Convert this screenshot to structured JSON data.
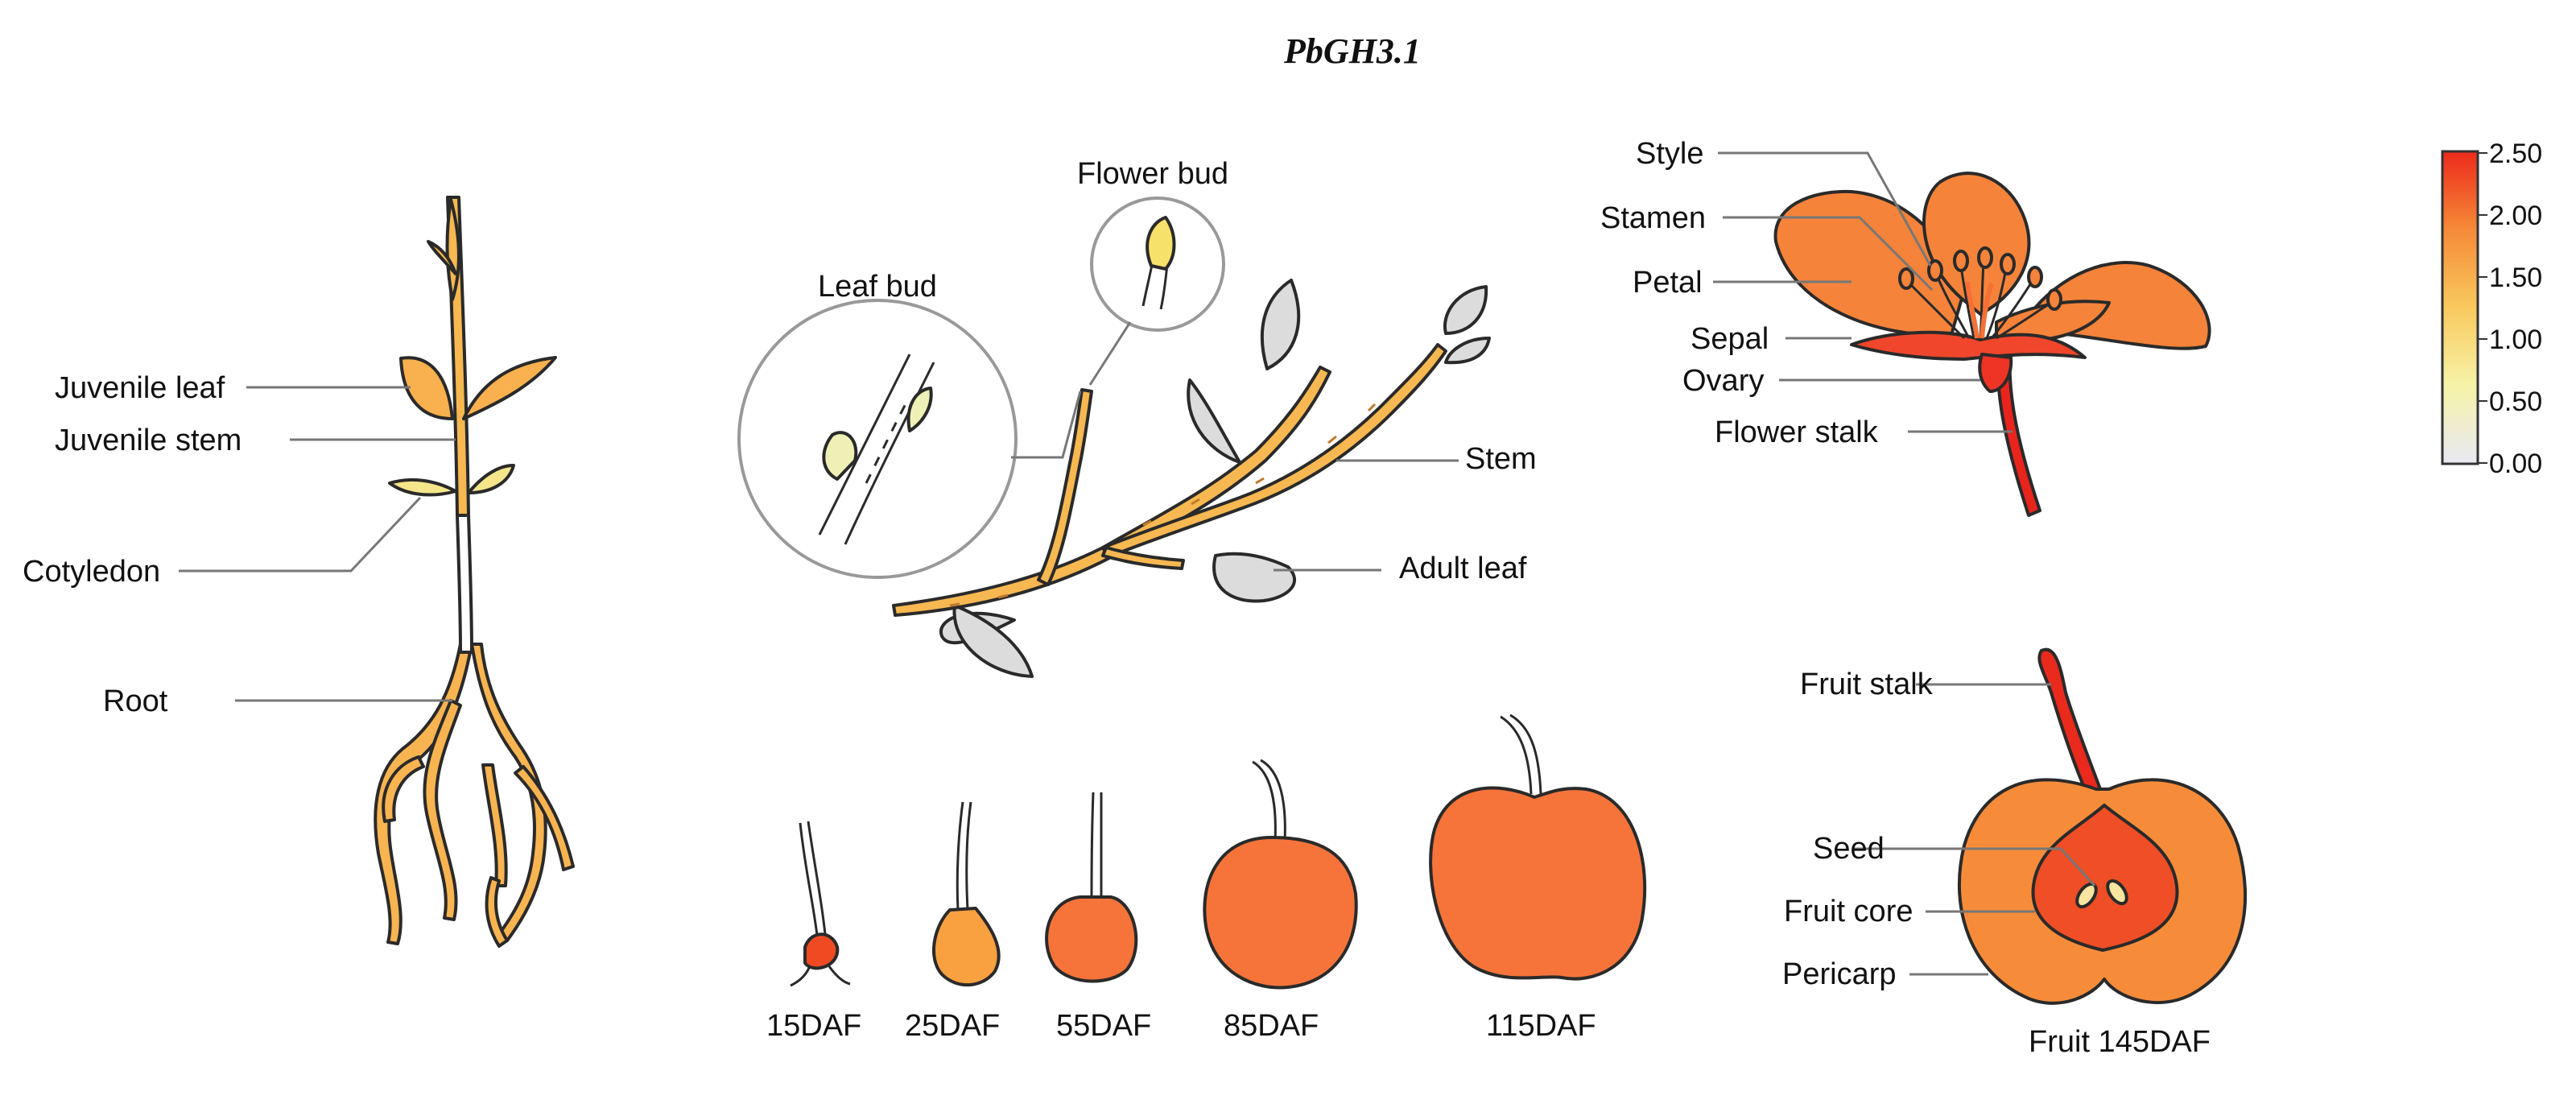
{
  "title": "PbGH3.1",
  "colorbar": {
    "ticks": [
      "2.50",
      "2.00",
      "1.50",
      "1.00",
      "0.50",
      "0.00"
    ],
    "colors": [
      "#e8e8f3",
      "#f6f3a8",
      "#f9c95e",
      "#f58a37",
      "#ec2a1c"
    ]
  },
  "seedling": {
    "labels": {
      "juvenile_leaf": "Juvenile leaf",
      "juvenile_stem": "Juvenile stem",
      "cotyledon": "Cotyledon",
      "root": "Root"
    },
    "colors": {
      "juvenile_leaf": "#f9b04e",
      "juvenile_stem": "#f7b852",
      "cotyledon": "#f6e68a",
      "root": "#f8b451"
    }
  },
  "branch": {
    "labels": {
      "leaf_bud": "Leaf bud",
      "flower_bud": "Flower bud",
      "stem": "Stem",
      "adult_leaf": "Adult leaf"
    },
    "colors": {
      "leaf_bud": "#eef0b5",
      "flower_bud": "#f6e16a",
      "stem": "#f7b852",
      "adult_leaf": "#dcdcdc"
    }
  },
  "flower": {
    "labels": {
      "style": "Style",
      "stamen": "Stamen",
      "petal": "Petal",
      "sepal": "Sepal",
      "ovary": "Ovary",
      "flower_stalk": "Flower stalk"
    },
    "colors": {
      "petal": "#f6833a",
      "sepal": "#f0462b",
      "ovary": "#ee3424",
      "flower_stalk": "#e9241c",
      "stamen": "#f6833a",
      "style": "#f57034"
    }
  },
  "fruit_stages": [
    {
      "label": "15DAF",
      "color": "#f04a22"
    },
    {
      "label": "25DAF",
      "color": "#f9a040"
    },
    {
      "label": "55DAF",
      "color": "#f6743a"
    },
    {
      "label": "85DAF",
      "color": "#f6743a"
    },
    {
      "label": "115DAF",
      "color": "#f6743a"
    }
  ],
  "fruit": {
    "caption": "Fruit 145DAF",
    "labels": {
      "fruit_stalk": "Fruit stalk",
      "seed": "Seed",
      "fruit_core": "Fruit core",
      "pericarp": "Pericarp"
    },
    "colors": {
      "fruit_stalk": "#e92a1c",
      "seed": "#f9e5a0",
      "fruit_core": "#ef4e26",
      "pericarp": "#f68c3a"
    }
  }
}
